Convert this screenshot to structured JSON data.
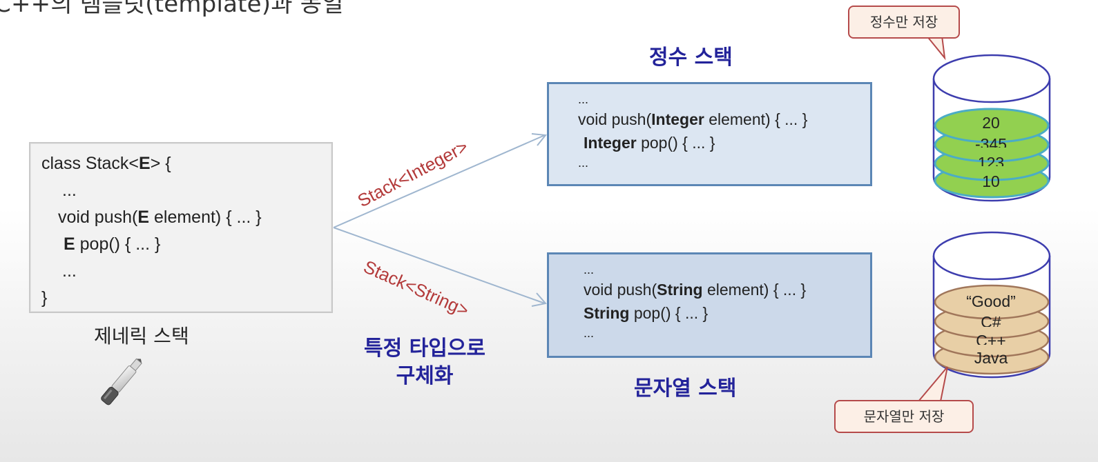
{
  "title": "C++의 템플릿(template)과 동일",
  "generic": {
    "code": {
      "line1_prefix": "class Stack<",
      "line1_type": "E",
      "line1_suffix": "> {",
      "line2": "...",
      "line3_prefix": "void push(",
      "line3_type": "E",
      "line3_suffix": " element) { ... }",
      "line4_type": "E",
      "line4_suffix": " pop() { ... }",
      "line5": "...",
      "line6": "}"
    },
    "caption": "제네릭 스택"
  },
  "specialize_label": {
    "line1": "특정 타입으로",
    "line2": "구체화"
  },
  "arrows": {
    "integer_label": "Stack<Integer>",
    "string_label": "Stack<String>"
  },
  "integer_stack": {
    "heading": "정수 스택",
    "code": {
      "dots_top": "...",
      "push_prefix": "void push(",
      "push_type": "Integer",
      "push_suffix": " element) { ... }",
      "pop_type": "Integer",
      "pop_suffix": " pop() { ... }",
      "dots_bottom": "..."
    },
    "callout": "정수만 저장",
    "items": [
      "20",
      "-345",
      "123",
      "10"
    ]
  },
  "string_stack": {
    "heading": "문자열 스택",
    "code": {
      "dots_top": "...",
      "push_prefix": "void push(",
      "push_type": "String",
      "push_suffix": " element) { ... }",
      "pop_type": "String",
      "pop_suffix": " pop() { ... }",
      "dots_bottom": "..."
    },
    "callout": "문자열만 저장",
    "items": [
      "“Good”",
      "C#",
      "C++",
      "Java"
    ]
  },
  "colors": {
    "heading_blue": "#23239a",
    "arrow_label_red": "#b33a3a",
    "integer_disc": "#92d050",
    "string_disc": "#e8cfa6",
    "box_border_blue": "#5b86b5"
  },
  "icons": [
    "pen-icon",
    "integer-stack-cylinder-icon",
    "string-stack-cylinder-icon"
  ]
}
